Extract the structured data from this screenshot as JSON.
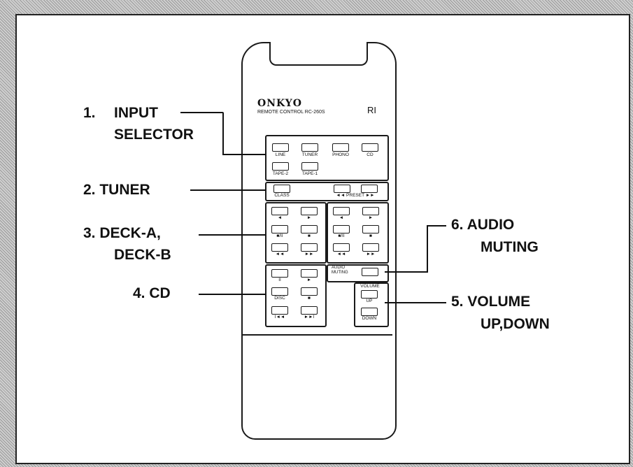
{
  "remote": {
    "brand": "ONKYO",
    "model": "REMOTE CONTROL RC-260S",
    "logo_mark": "RI"
  },
  "labels": {
    "input_num": "1.",
    "input_line1": "INPUT",
    "input_line2": "SELECTOR",
    "tuner": "2.  TUNER",
    "deck_line1": "3.  DECK-A,",
    "deck_line2": "DECK-B",
    "cd": "4.  CD",
    "volume_line1": "5.  VOLUME",
    "volume_line2": "UP,DOWN",
    "muting_line1": "6.  AUDIO",
    "muting_line2": "MUTING"
  },
  "input_selector": {
    "row1": [
      "LINE",
      "TUNER",
      "PHONO",
      "CD"
    ],
    "row2": [
      "TAPE-2",
      "TAPE-1"
    ]
  },
  "tuner_section": {
    "class_label": "CLASS",
    "preset_label": "◄◄  PRESET  ►►"
  },
  "deck_buttons": [
    "◄",
    "►",
    "■/II",
    "■",
    "◄◄",
    "►►"
  ],
  "cd_buttons": [
    "II",
    "►",
    "DISC",
    "■",
    "I◄◄",
    "►►I"
  ],
  "muting_button": "AUDIO\nMUTING",
  "volume": {
    "header": "VOLUME",
    "up": "UP",
    "down": "DOWN"
  }
}
